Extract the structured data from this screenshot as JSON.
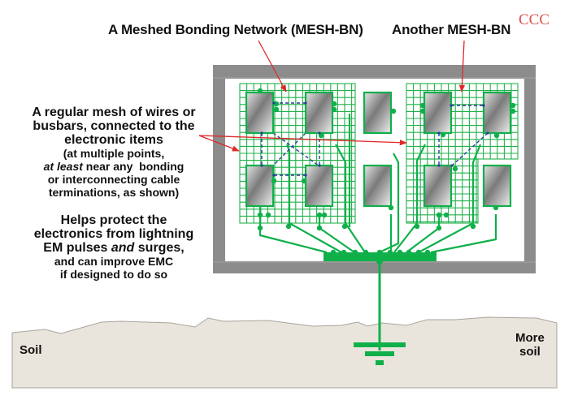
{
  "labels": {
    "mesh_bn": "A Meshed Bonding Network (MESH-BN)",
    "another_mesh_bn": "Another MESH-BN",
    "watermark": "CCC",
    "mesh_desc": {
      "line1": "A regular mesh of wires or",
      "line2": "busbars, connected to the",
      "line3": "electronic items",
      "line4": "(at multiple points,",
      "line5_em": "at least",
      "line5_rest": " near any  bonding",
      "line6": "or interconnecting cable",
      "line7": "terminations, as shown)"
    },
    "benefit": {
      "line1": "Helps protect the",
      "line2": "electronics from lightning",
      "line3a": "EM pulses ",
      "line3_em": "and",
      "line3b": " surges,",
      "line4": "and can improve EMC",
      "line5": "if designed to do so"
    },
    "soil_left": "Soil",
    "soil_right_1": "More",
    "soil_right_2": "soil"
  },
  "colors": {
    "mesh_green": "#22b14c",
    "conductor_green": "#0fb04a",
    "bond_blue": "#2b3a9a",
    "arrow_red": "#e0282a",
    "enclosure_gray": "#8c8c8c",
    "soil_fill": "#e9e5dc",
    "soil_edge": "#a8a49c",
    "watermark_red": "#d9534f"
  },
  "components": {
    "enclosure": "Electronics enclosure / building",
    "meshes": [
      "Left MESH-BN",
      "Right MESH-BN"
    ],
    "electronic_items_count": 10,
    "earth_symbol": "ground"
  }
}
